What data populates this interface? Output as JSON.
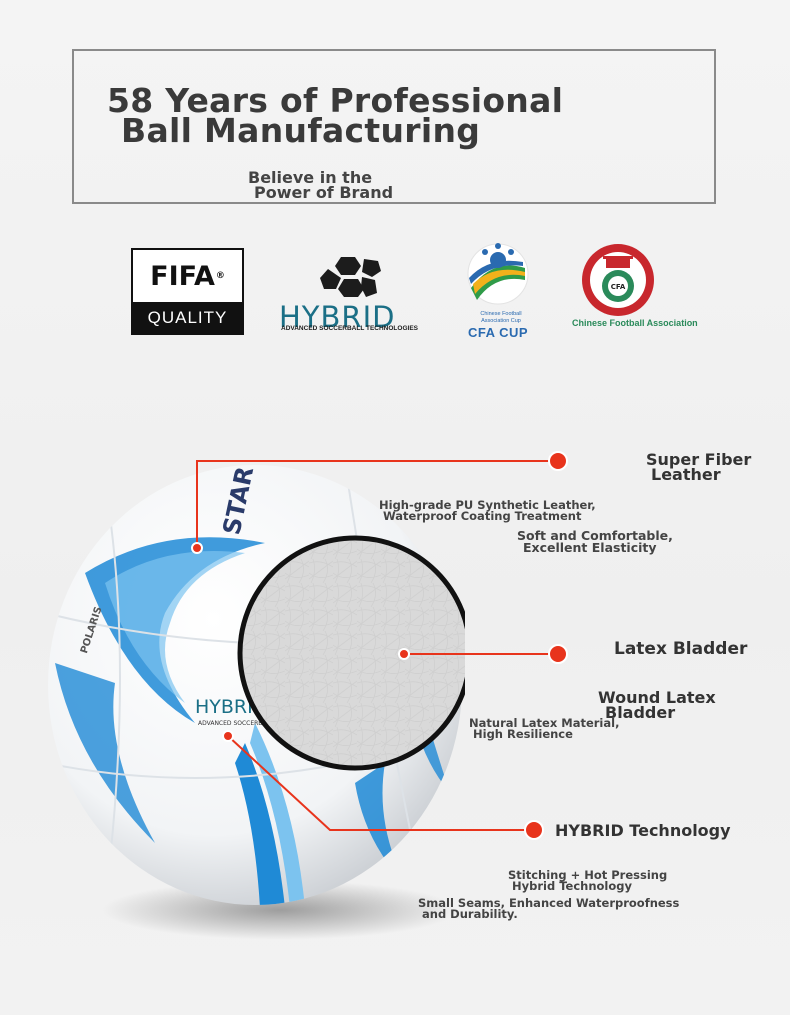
{
  "header": {
    "headline_line1": "58 Years of Professional",
    "headline_line2": "Ball Manufacturing",
    "tagline_line1": "Believe in the",
    "tagline_line2": "Power of Brand"
  },
  "logos": {
    "fifa_word": "FIFA",
    "fifa_reg": "®",
    "fifa_quality": "QUALITY",
    "hybrid_word": "HYBRID",
    "hybrid_sub": "ADVANCED SOCCERBALL TECHNOLOGIES",
    "cfacup_tiny": "Chinese Football Association Cup",
    "cfacup_word": "CFA CUP",
    "cfa_word": "Chinese Football Association"
  },
  "features": [
    {
      "title_line1": "Super Fiber",
      "title_line2": "Leather",
      "desc1_line1": "High-grade PU Synthetic Leather,",
      "desc1_line2": "Waterproof Coating Treatment",
      "desc2_line1": "Soft and Comfortable,",
      "desc2_line2": "Excellent Elasticity"
    },
    {
      "title": "Latex Bladder",
      "sub_line1": "Wound Latex",
      "sub_line2": "Bladder",
      "desc_line1": "Natural Latex Material,",
      "desc_line2": "High Resilience"
    },
    {
      "title": "HYBRID Technology",
      "desc1_line1": "Stitching + Hot Pressing",
      "desc1_line2": "Hybrid Technology",
      "desc2_line1": "Small Seams, Enhanced Waterproofness",
      "desc2_line2": "and Durability."
    }
  ],
  "ball_print": {
    "hybrid_word": "HYBRID",
    "hybrid_sub": "ADVANCED SOCCERBALL",
    "brand_mark": "STAR",
    "model": "POLARIS"
  },
  "colors": {
    "callout_red": "#e8341c",
    "ball_blue": "#1f8ad6",
    "hybrid_teal": "#1b6f86"
  }
}
